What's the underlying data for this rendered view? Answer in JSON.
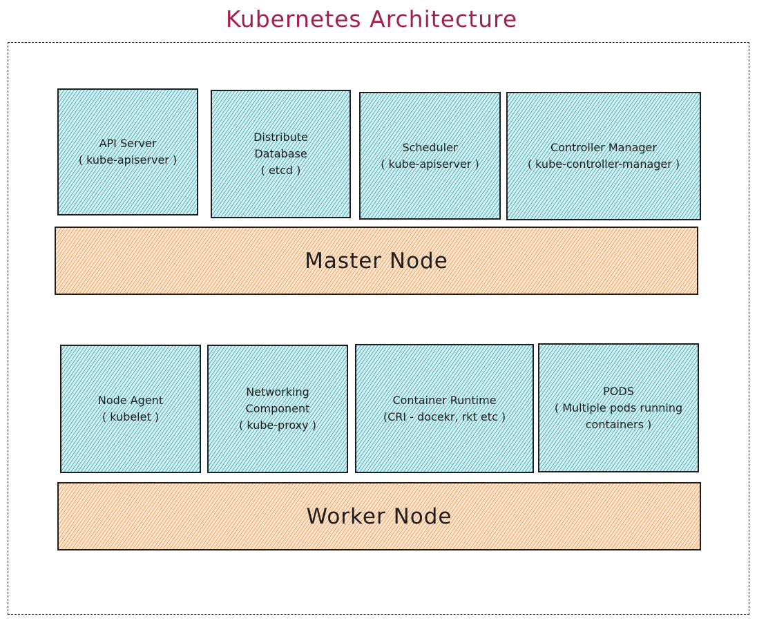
{
  "title": "Kubernetes Architecture",
  "colors": {
    "title": "#a61e4d",
    "component_fill": "#4fb3bf",
    "node_fill": "#f5a35c",
    "stroke": "#1e1e1e"
  },
  "master": {
    "components": [
      {
        "lines": [
          "API Server",
          "( kube-apiserver )"
        ]
      },
      {
        "lines": [
          "Distribute",
          "Database",
          "( etcd )"
        ]
      },
      {
        "lines": [
          "Scheduler",
          "( kube-apiserver )"
        ]
      },
      {
        "lines": [
          "Controller Manager",
          "( kube-controller-manager )"
        ]
      }
    ],
    "label": "Master Node"
  },
  "worker": {
    "components": [
      {
        "lines": [
          "Node Agent",
          "( kubelet )"
        ]
      },
      {
        "lines": [
          "Networking",
          "Component",
          "( kube-proxy )"
        ]
      },
      {
        "lines": [
          "Container Runtime",
          "(CRI - docekr, rkt etc )"
        ]
      },
      {
        "lines": [
          "PODS",
          "( Multiple pods running",
          "containers )"
        ]
      }
    ],
    "label": "Worker Node"
  }
}
